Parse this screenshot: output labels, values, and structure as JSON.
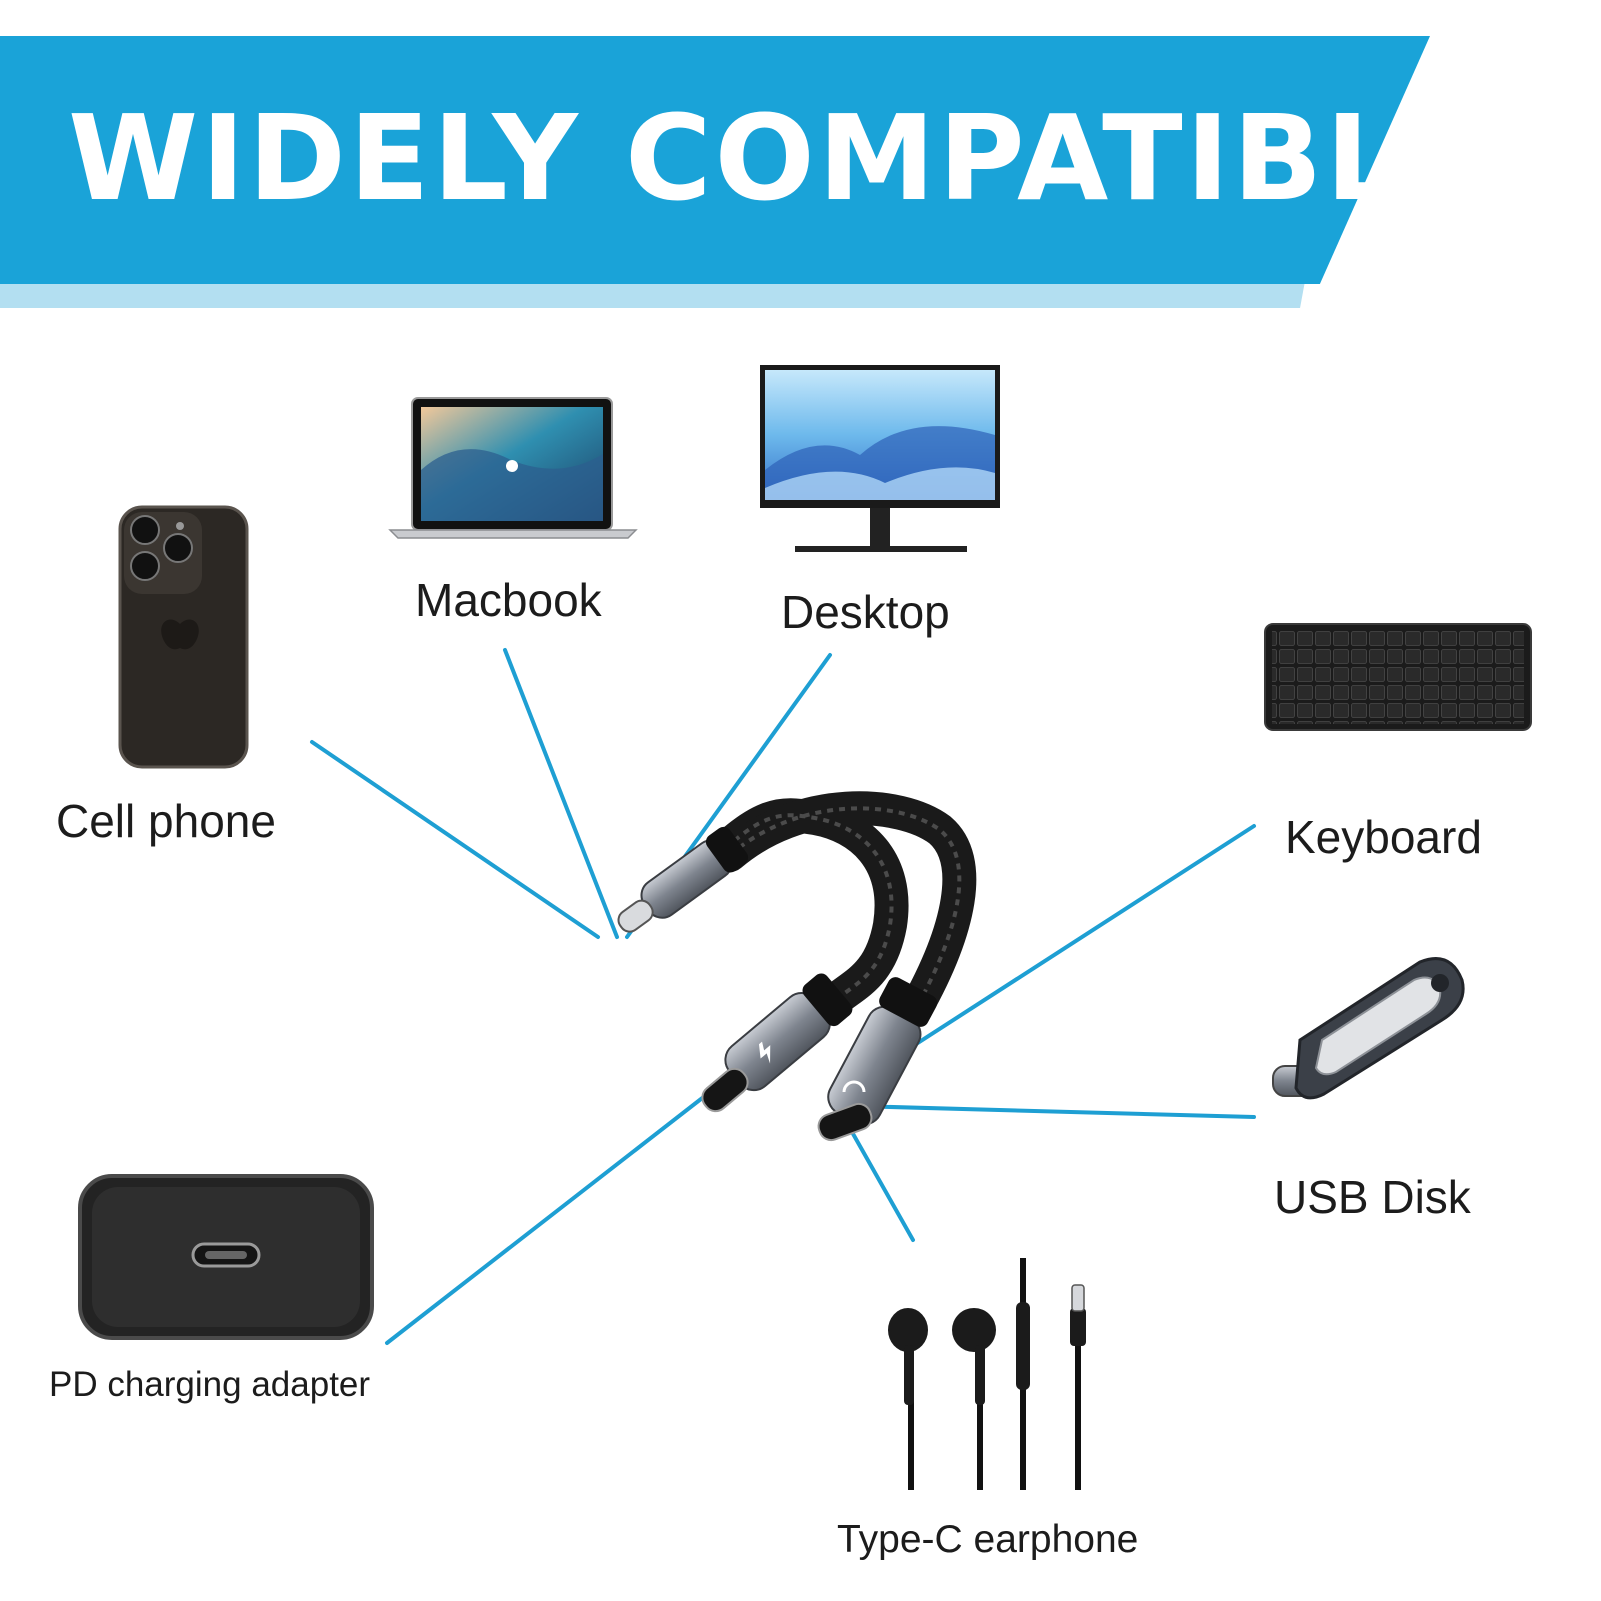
{
  "banner": {
    "title": "WIDELY COMPATIBLE",
    "color": "#1aa3d8",
    "shadow_color": "#b3dff1"
  },
  "connector_line_color": "#1e9fd3",
  "devices": {
    "cell_phone": {
      "label": "Cell phone",
      "icon": "smartphone-icon"
    },
    "macbook": {
      "label": "Macbook",
      "icon": "laptop-icon"
    },
    "desktop": {
      "label": "Desktop",
      "icon": "monitor-icon"
    },
    "keyboard": {
      "label": "Keyboard",
      "icon": "keyboard-icon"
    },
    "usb_disk": {
      "label": "USB Disk",
      "icon": "usb-drive-icon"
    },
    "pd_adapter": {
      "label": "PD charging adapter",
      "icon": "charger-icon"
    },
    "earphone": {
      "label": "Type-C earphone",
      "icon": "earphones-icon"
    }
  },
  "adapter": {
    "icon": "y-splitter-cable-icon"
  }
}
